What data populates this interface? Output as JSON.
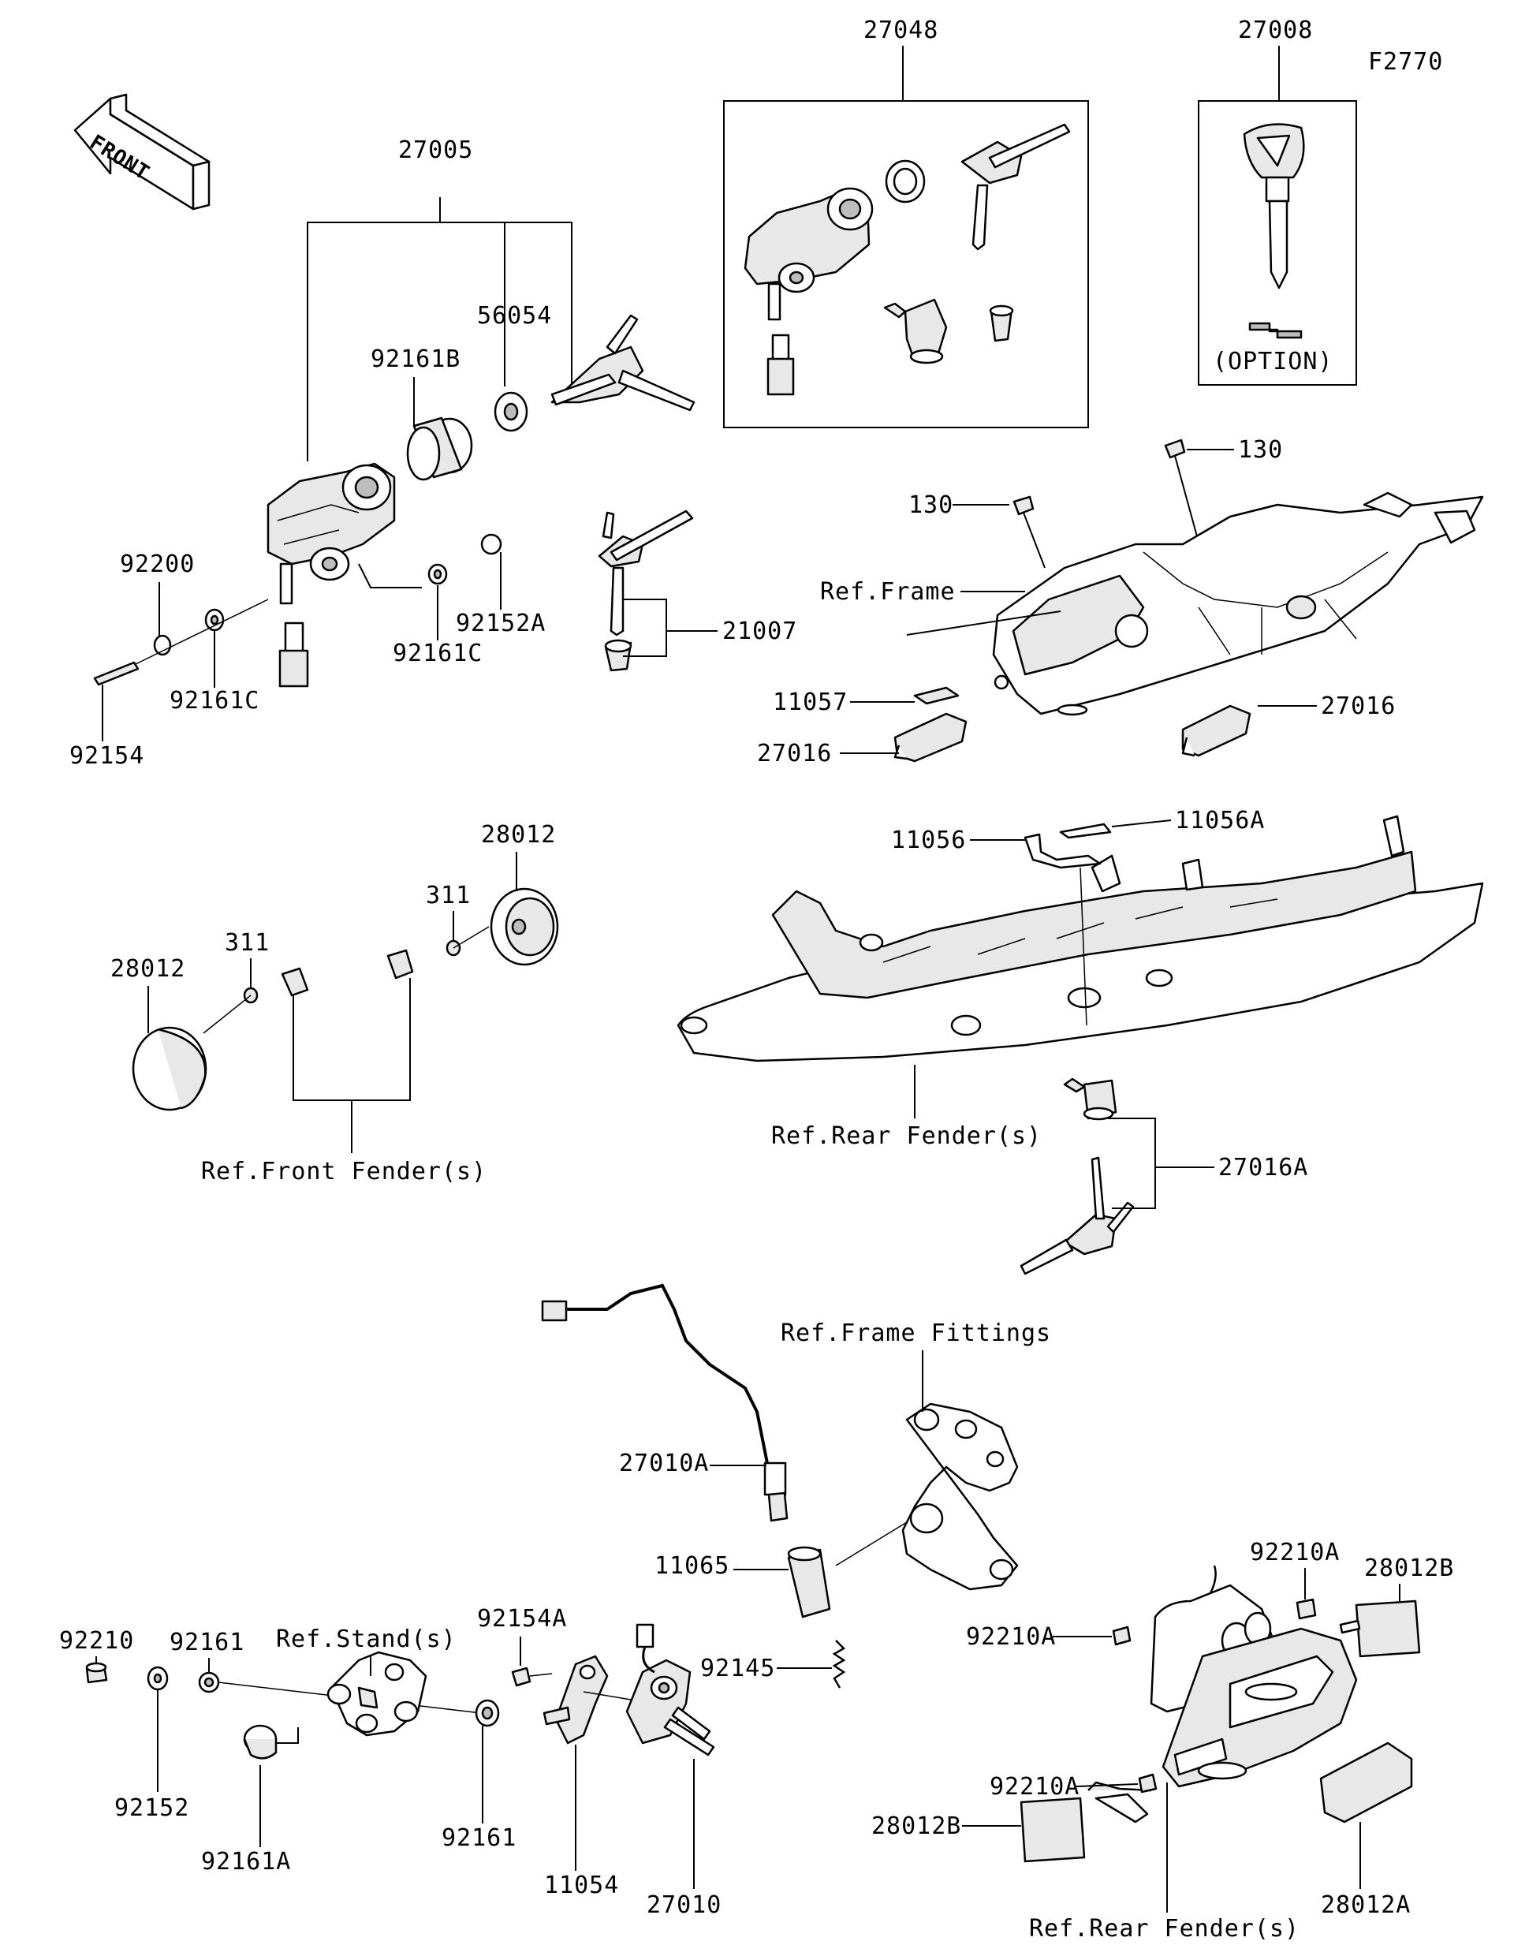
{
  "figure_code": "F2770",
  "front_label": "FRONT",
  "labels": {
    "p27005": "27005",
    "p56054": "56054",
    "p92161B": "92161B",
    "p92200": "92200",
    "p92161C_a": "92161C",
    "p92161C_b": "92161C",
    "p92152A": "92152A",
    "p92154": "92154",
    "p21007": "21007",
    "p27048": "27048",
    "p27008": "27008",
    "option": "(OPTION)",
    "p130_a": "130",
    "p130_b": "130",
    "ref_frame": "Ref.Frame",
    "p11057": "11057",
    "p27016_a": "27016",
    "p27016_b": "27016",
    "p28012_a": "28012",
    "p28012_b": "28012",
    "p311_a": "311",
    "p311_b": "311",
    "ref_front_fender": "Ref.Front Fender(s)",
    "p11056": "11056",
    "p11056A": "11056A",
    "ref_rear_fender_a": "Ref.Rear Fender(s)",
    "p27016A": "27016A",
    "ref_frame_fittings": "Ref.Frame Fittings",
    "p27010A": "27010A",
    "p11065": "11065",
    "p92145": "92145",
    "ref_stands": "Ref.Stand(s)",
    "p92210": "92210",
    "p92161_a": "92161",
    "p92152": "92152",
    "p92161A": "92161A",
    "p92154A": "92154A",
    "p92161_b": "92161",
    "p11054": "11054",
    "p27010": "27010",
    "p92210A_a": "92210A",
    "p92210A_b": "92210A",
    "p92210A_c": "92210A",
    "p28012B_a": "28012B",
    "p28012B_b": "28012B",
    "p28012A": "28012A",
    "ref_rear_fender_b": "Ref.Rear Fender(s)"
  }
}
